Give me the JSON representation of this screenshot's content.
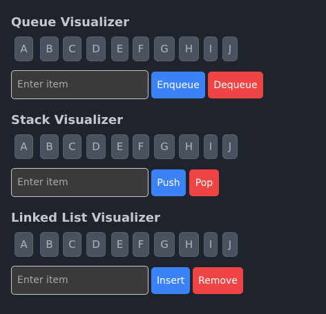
{
  "queue": {
    "title": "Queue Visualizer",
    "items": [
      "A",
      "B",
      "C",
      "D",
      "E",
      "F",
      "G",
      "H",
      "I",
      "J"
    ],
    "input_placeholder": "Enter item",
    "primary_label": "Enqueue",
    "secondary_label": "Dequeue"
  },
  "stack": {
    "title": "Stack Visualizer",
    "items": [
      "A",
      "B",
      "C",
      "D",
      "E",
      "F",
      "G",
      "H",
      "I",
      "J"
    ],
    "input_placeholder": "Enter item",
    "primary_label": "Push",
    "secondary_label": "Pop"
  },
  "linked_list": {
    "title": "Linked List Visualizer",
    "items": [
      "A",
      "B",
      "C",
      "D",
      "E",
      "F",
      "G",
      "H",
      "I",
      "J"
    ],
    "input_placeholder": "Enter item",
    "primary_label": "Insert",
    "secondary_label": "Remove"
  },
  "colors": {
    "background": "#1f242c",
    "item_bg": "#4a5260",
    "primary_button": "#3b82f6",
    "danger_button": "#ef4444"
  }
}
